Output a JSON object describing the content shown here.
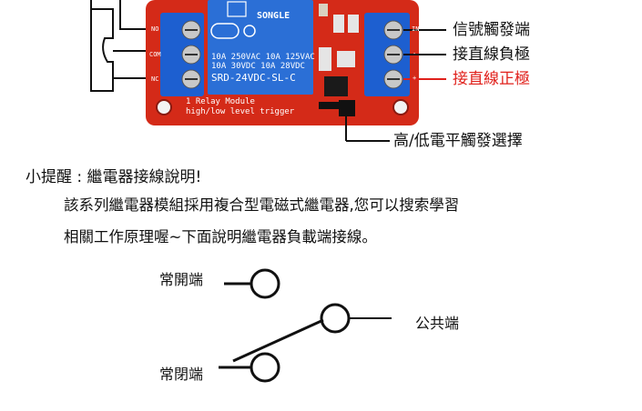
{
  "module": {
    "relay_brand": "SONGLE",
    "relay_spec_line1": "10A 250VAC   10A 125VAC",
    "relay_spec_line2": "10A  30VDC   10A  28VDC",
    "relay_model": "SRD-24VDC-SL-C",
    "pcb_label_line1": "1 Relay  Module",
    "pcb_label_line2": "high/low level trigger",
    "left_terminal_labels": [
      "NO",
      "COM",
      "NC"
    ],
    "right_terminal_labels": [
      "IN",
      "-",
      "+"
    ]
  },
  "callouts": {
    "signal_trigger": "信號觸發端",
    "neg_pole": "接直線負極",
    "pos_pole": "接直線正極",
    "level_select": "高/低電平觸發選擇"
  },
  "tip": {
    "heading": "小提醒 : 繼電器接線說明!",
    "line1": "該系列繼電器模組採用複合型電磁式繼電器,您可以搜索學習",
    "line2": "相關工作原理喔~下面說明繼電器負載端接線。"
  },
  "diagram": {
    "normally_open": "常開端",
    "common": "公共端",
    "normally_closed": "常閉端"
  },
  "colors": {
    "pcb_red": "#d42a18",
    "terminal_blue": "#1d5fd0",
    "relay_blue": "#2b6fd6",
    "callout_red": "#e0201b"
  }
}
